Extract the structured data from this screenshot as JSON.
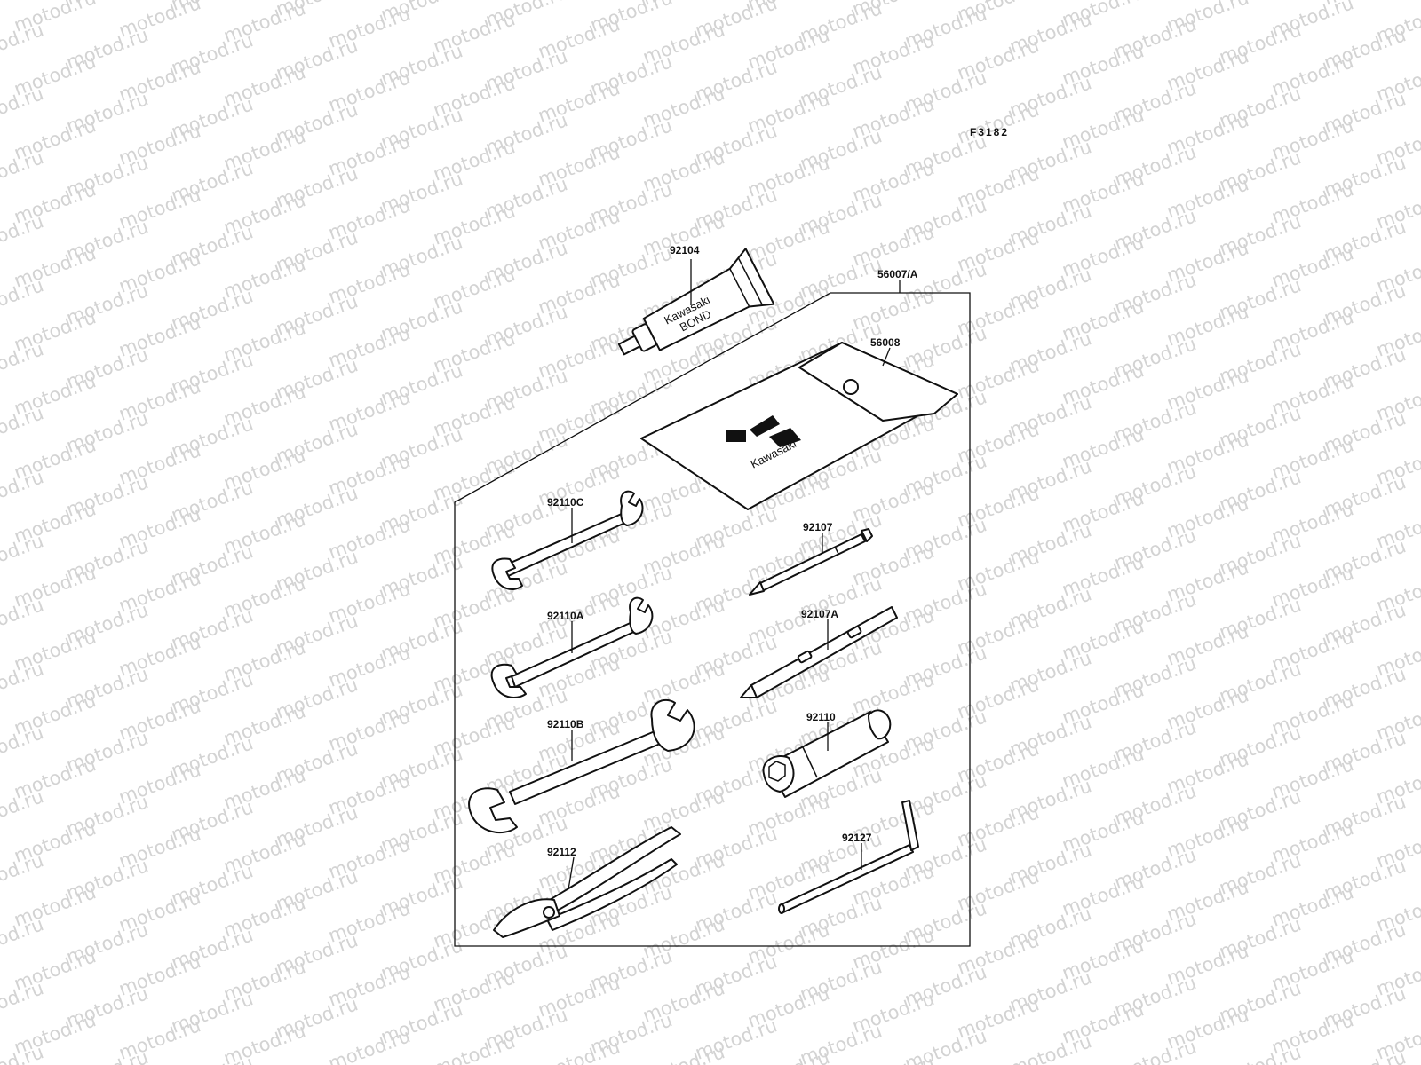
{
  "figure": {
    "code": "F3182",
    "watermark": "motod.ru",
    "colors": {
      "line": "#111111",
      "watermark": "#d3d3d3",
      "background": "#ffffff"
    }
  },
  "parts": {
    "bond": {
      "number": "92104",
      "printed_brand": "Kawasaki",
      "printed_word": "BOND"
    },
    "kit": {
      "number": "56007/A"
    },
    "pouch": {
      "number": "56008",
      "printed_brand": "Kawasaki"
    },
    "wrench_c": {
      "number": "92110C"
    },
    "wrench_a": {
      "number": "92110A"
    },
    "wrench_b": {
      "number": "92110B"
    },
    "pliers": {
      "number": "92112"
    },
    "screwdriver": {
      "number": "92107"
    },
    "screwdriver_handle": {
      "number": "92107A"
    },
    "plug_wrench": {
      "number": "92110"
    },
    "hex_key": {
      "number": "92127"
    }
  }
}
